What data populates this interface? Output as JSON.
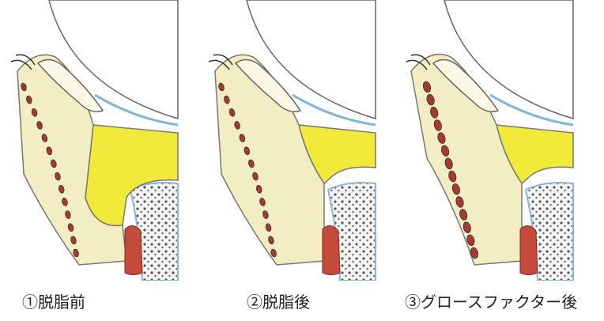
{
  "panels": [
    {
      "caption": "①脱脂前",
      "fat": "large",
      "skin": "thin"
    },
    {
      "caption": "②脱脂後",
      "fat": "reduced",
      "skin": "thin"
    },
    {
      "caption": "③グロースファクター後",
      "fat": "reduced",
      "skin": "thickened"
    }
  ],
  "colors": {
    "fat": "#f2ea3a",
    "skin": "#f3edc4",
    "dots": "#a53a2e",
    "muscle": "#c44a3c",
    "eye_rim": "#7fb6d8"
  }
}
